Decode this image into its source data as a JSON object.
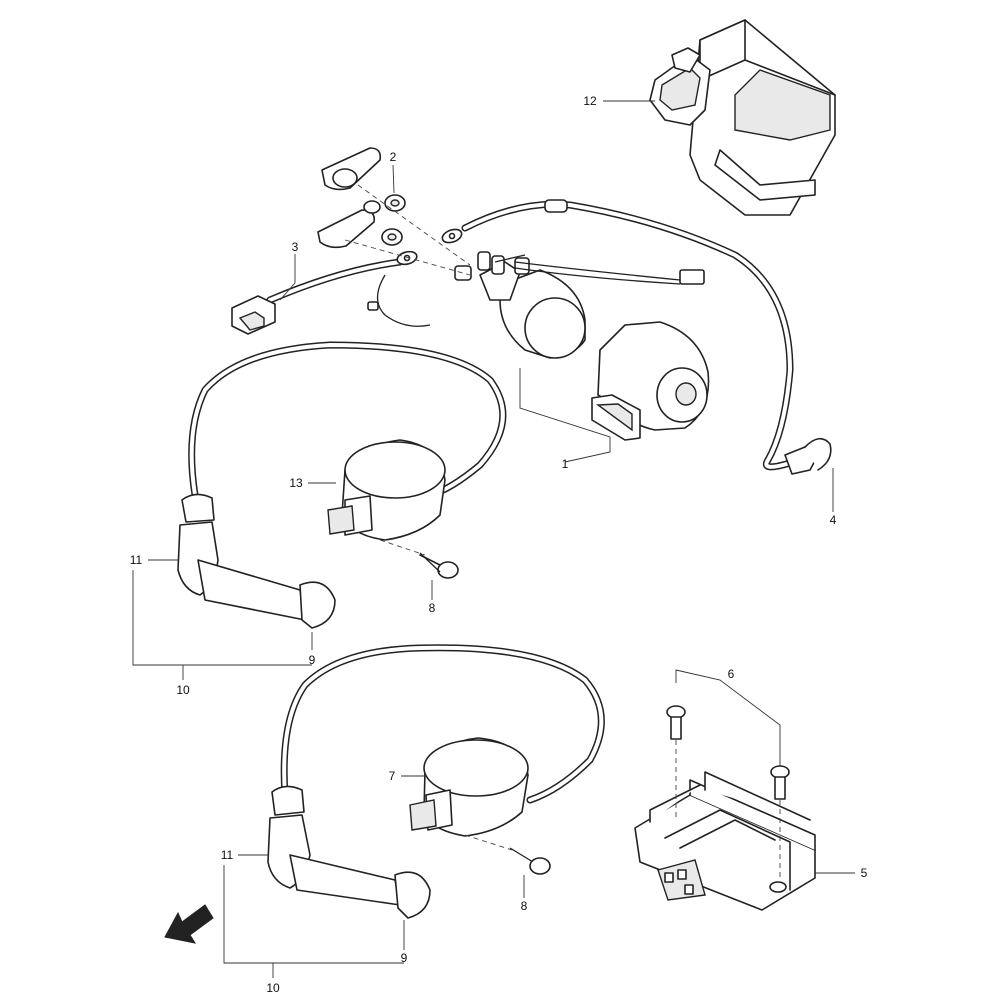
{
  "callouts": {
    "c1": "1",
    "c2": "2",
    "c3": "3",
    "c4": "4",
    "c5": "5",
    "c6": "6",
    "c7": "7",
    "c8a": "8",
    "c8b": "8",
    "c9a": "9",
    "c9b": "9",
    "c10a": "10",
    "c10b": "10",
    "c11a": "11",
    "c11b": "11",
    "c12": "12",
    "c13": "13"
  },
  "icons": {
    "direction_arrow": "front-direction-arrow-icon"
  }
}
